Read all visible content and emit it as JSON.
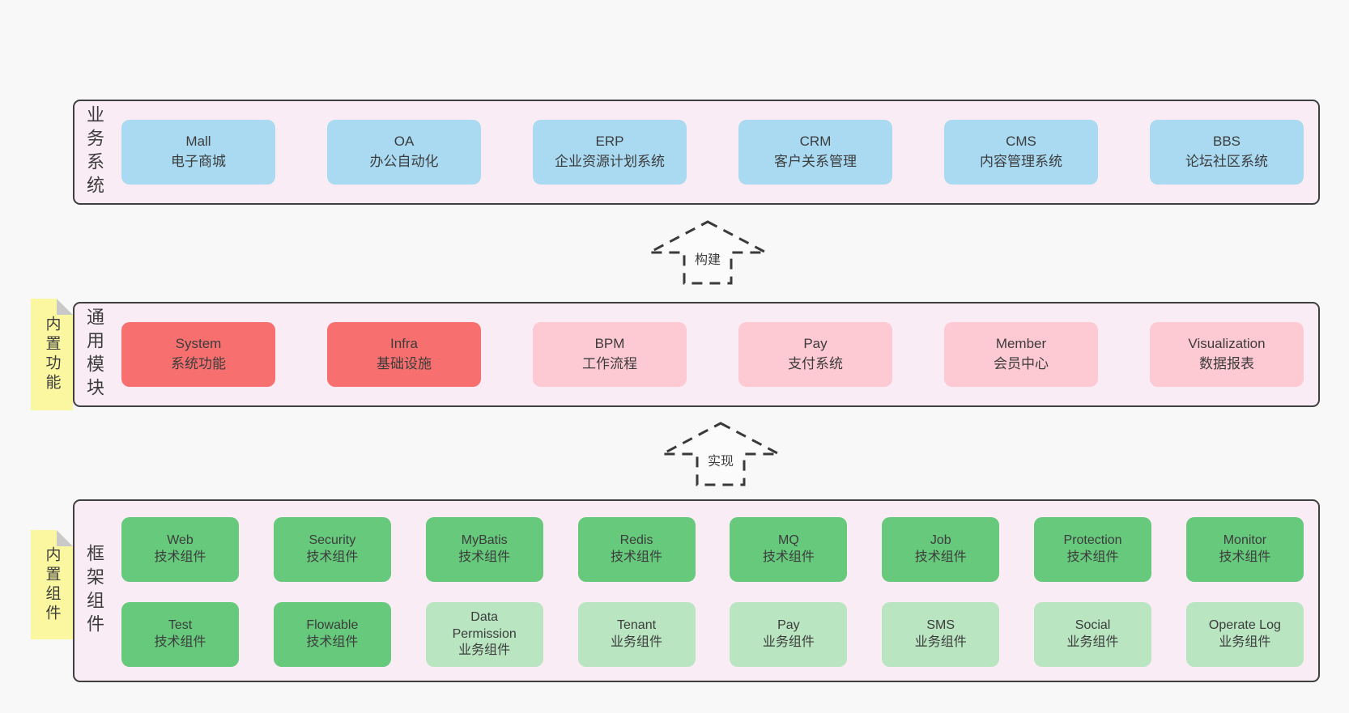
{
  "colors": {
    "page_bg": "#f8f8f8",
    "band_bg": "#f9ecf5",
    "band_border": "#3f3f3f",
    "text": "#3c3c3c",
    "note_yellow": "#fbf7a0",
    "note_fold": "#c9c9c9",
    "blue": "#a9daf2",
    "red": "#f7706f",
    "pink": "#fdc9d2",
    "green": "#66c97c",
    "lightgreen": "#b9e5c1"
  },
  "bands": [
    {
      "title": "业务系统",
      "boxes": [
        {
          "name": "Mall",
          "desc": "电子商城",
          "variant": "blue"
        },
        {
          "name": "OA",
          "desc": "办公自动化",
          "variant": "blue"
        },
        {
          "name": "ERP",
          "desc": "企业资源计划系统",
          "variant": "blue"
        },
        {
          "name": "CRM",
          "desc": "客户关系管理",
          "variant": "blue"
        },
        {
          "name": "CMS",
          "desc": "内容管理系统",
          "variant": "blue"
        },
        {
          "name": "BBS",
          "desc": "论坛社区系统",
          "variant": "blue"
        }
      ]
    },
    {
      "title": "通用模块",
      "note": "内置功能",
      "boxes": [
        {
          "name": "System",
          "desc": "系统功能",
          "variant": "red"
        },
        {
          "name": "Infra",
          "desc": "基础设施",
          "variant": "red"
        },
        {
          "name": "BPM",
          "desc": "工作流程",
          "variant": "pink"
        },
        {
          "name": "Pay",
          "desc": "支付系统",
          "variant": "pink"
        },
        {
          "name": "Member",
          "desc": "会员中心",
          "variant": "pink"
        },
        {
          "name": "Visualization",
          "desc": "数据报表",
          "variant": "pink"
        }
      ]
    },
    {
      "title": "框架组件",
      "note": "内置组件",
      "rows": [
        [
          {
            "name": "Web",
            "desc": "技术组件",
            "variant": "green"
          },
          {
            "name": "Security",
            "desc": "技术组件",
            "variant": "green"
          },
          {
            "name": "MyBatis",
            "desc": "技术组件",
            "variant": "green"
          },
          {
            "name": "Redis",
            "desc": "技术组件",
            "variant": "green"
          },
          {
            "name": "MQ",
            "desc": "技术组件",
            "variant": "green"
          },
          {
            "name": "Job",
            "desc": "技术组件",
            "variant": "green"
          },
          {
            "name": "Protection",
            "desc": "技术组件",
            "variant": "green"
          },
          {
            "name": "Monitor",
            "desc": "技术组件",
            "variant": "green"
          }
        ],
        [
          {
            "name": "Test",
            "desc": "技术组件",
            "variant": "green"
          },
          {
            "name": "Flowable",
            "desc": "技术组件",
            "variant": "green"
          },
          {
            "name": "Data Permission",
            "desc": "业务组件",
            "variant": "lightgreen"
          },
          {
            "name": "Tenant",
            "desc": "业务组件",
            "variant": "lightgreen"
          },
          {
            "name": "Pay",
            "desc": "业务组件",
            "variant": "lightgreen"
          },
          {
            "name": "SMS",
            "desc": "业务组件",
            "variant": "lightgreen"
          },
          {
            "name": "Social",
            "desc": "业务组件",
            "variant": "lightgreen"
          },
          {
            "name": "Operate Log",
            "desc": "业务组件",
            "variant": "lightgreen"
          }
        ]
      ]
    }
  ],
  "arrows": [
    {
      "label": "构建"
    },
    {
      "label": "实现"
    }
  ]
}
